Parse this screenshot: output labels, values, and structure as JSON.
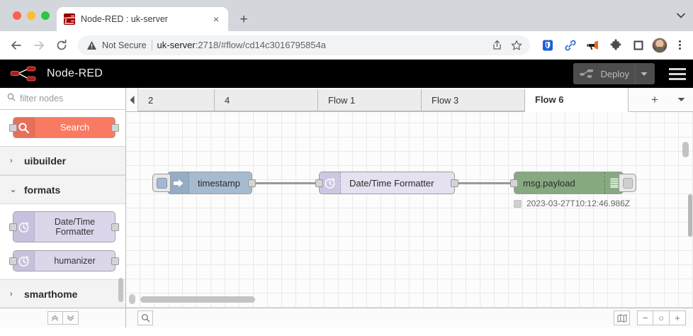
{
  "browser": {
    "tab": {
      "title": "Node-RED : uk-server",
      "favicon": "node-red-favicon",
      "close_label": "×"
    },
    "new_tab_label": "+",
    "tabstrip_caret": "⌄",
    "nav": {
      "back": "←",
      "forward": "→",
      "reload": "⟳"
    },
    "omnibox": {
      "security_label": "Not Secure",
      "url_host": "uk-server",
      "url_rest": ":2718/#flow/cd14c3016795854a",
      "url_full": "uk-server:2718/#flow/cd14c3016795854a",
      "share_icon": "share-icon",
      "bookmark_icon": "star-icon"
    },
    "extensions": [
      {
        "name": "shield-extension-icon",
        "color": "#1a5fd6"
      },
      {
        "name": "link-extension-icon",
        "color": "#2b6cd4"
      },
      {
        "name": "megaphone-extension-icon",
        "color": "#ec6a1e"
      },
      {
        "name": "puzzle-extensions-icon",
        "color": "#5f6368"
      },
      {
        "name": "square-extension-icon",
        "color": "#3c4043"
      }
    ],
    "profile": "avatar",
    "menu": "kebab-menu-icon"
  },
  "nodered": {
    "brand": "Node-RED",
    "deploy": {
      "label": "Deploy",
      "caret": "▾",
      "disabled": true
    },
    "menu_icon": "hamburger-menu-icon",
    "palette": {
      "filter_placeholder": "filter nodes",
      "search_icon": "search-icon",
      "nodes_top": [
        {
          "label": "Search",
          "icon": "magnifier-icon",
          "color": "#f97a63"
        }
      ],
      "categories": [
        {
          "label": "uibuilder",
          "expanded": false,
          "chevron": "›",
          "nodes": []
        },
        {
          "label": "formats",
          "expanded": true,
          "chevron": "⌄",
          "nodes": [
            {
              "label": "Date/Time Formatter",
              "icon": "clock-icon",
              "color": "#ddd5ea"
            },
            {
              "label": "humanizer",
              "icon": "clock-icon",
              "color": "#ddd5ea"
            }
          ]
        },
        {
          "label": "smarthome",
          "expanded": false,
          "chevron": "›",
          "nodes": []
        }
      ]
    },
    "flow_tabs": {
      "scroll_left_icon": "scroll-left-arrow",
      "tabs": [
        {
          "label": "2",
          "active": false,
          "clipped": true
        },
        {
          "label": "4",
          "active": false
        },
        {
          "label": "Flow 1",
          "active": false
        },
        {
          "label": "Flow 3",
          "active": false
        },
        {
          "label": "Flow 6",
          "active": true
        }
      ],
      "add_label": "+",
      "menu_caret": "▾"
    },
    "canvas": {
      "nodes": [
        {
          "id": "inject",
          "label": "timestamp",
          "icon": "inject-arrow-icon",
          "color": "#a6bbcf",
          "has_button": true
        },
        {
          "id": "formatter",
          "label": "Date/Time Formatter",
          "icon": "clock-icon",
          "color": "#e6e0f0"
        },
        {
          "id": "debug",
          "label": "msg.payload",
          "icon": "debug-lines-icon",
          "color": "#87a980",
          "status": "2023-03-27T10:12:46.986Z"
        }
      ]
    },
    "statusbar": {
      "collapse_all_icon": "chevrons-up-icon",
      "expand_all_icon": "chevrons-down-icon",
      "search_icon": "search-icon",
      "navigator_icon": "map-navigator-icon",
      "zoom_out": "−",
      "zoom_reset": "○",
      "zoom_in": "+"
    }
  }
}
